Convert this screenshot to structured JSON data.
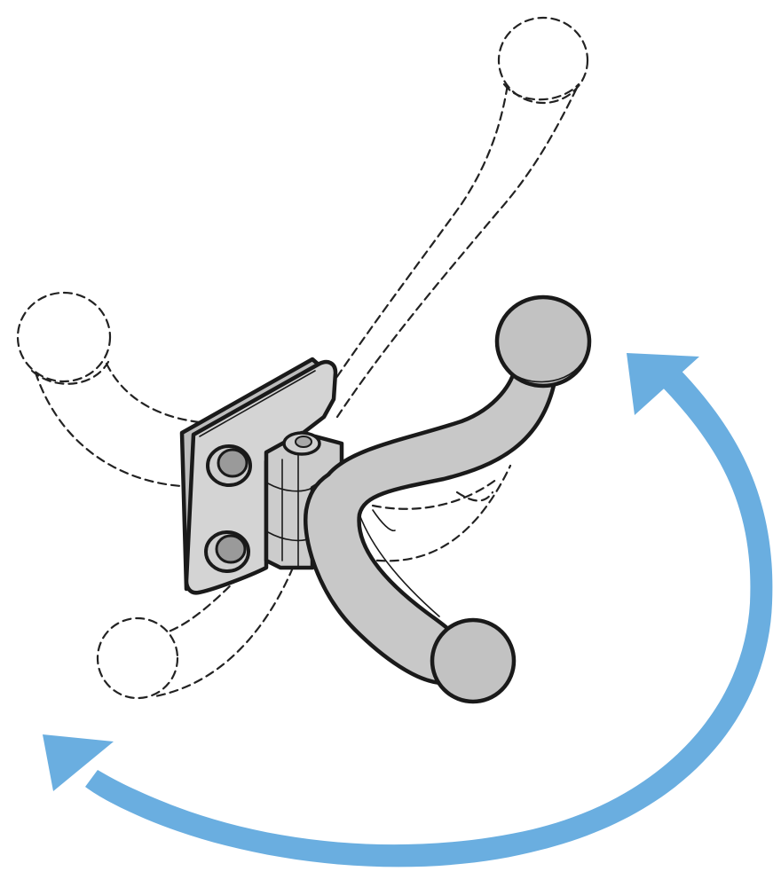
{
  "colors": {
    "background": "#ffffff",
    "outline": "#1a1a1a",
    "hook_fill": "#c8c8c8",
    "bracket_fill": "#d4d4d4",
    "knob_fill": "#c2c2c2",
    "ghost_outline": "#222222",
    "arrow": "#6aaee0"
  },
  "icons": {
    "rotation_arrow": "double-headed-curved-arrow",
    "hook": "swivel-double-hook",
    "bracket": "wall-mount-bracket",
    "screw_holes": "countersunk-screw-hole"
  },
  "rotation": {
    "direction": "bidirectional",
    "positions_shown": 3
  }
}
